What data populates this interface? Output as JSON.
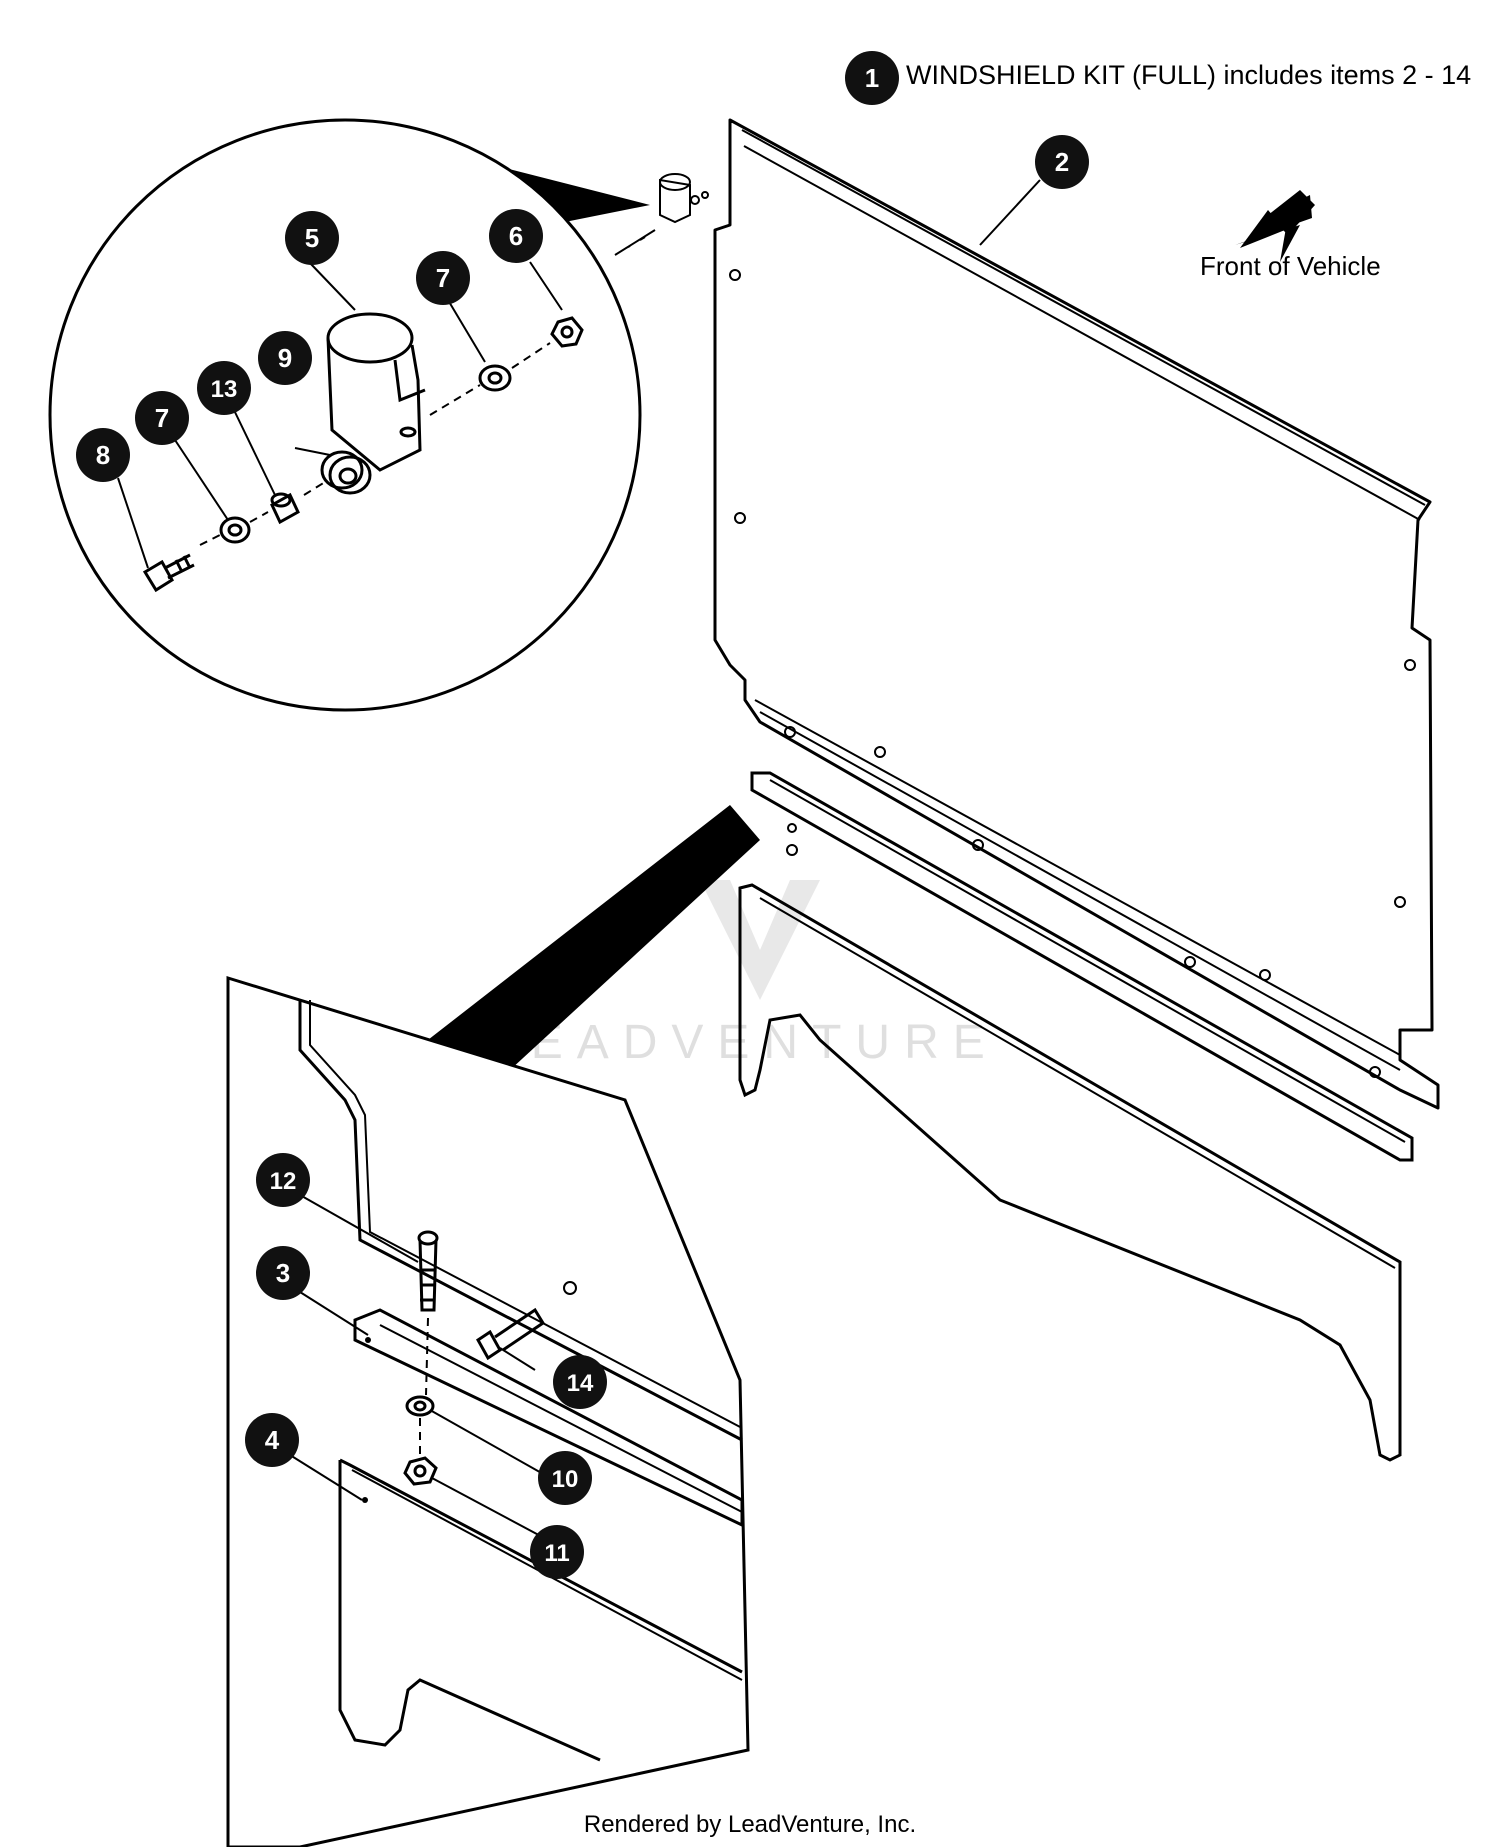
{
  "kit_label": "WINDSHIELD KIT (FULL) includes items 2 - 14",
  "direction_label": "Front of Vehicle",
  "footer": "Rendered by LeadVenture, Inc.",
  "watermark": "LEADVENTURE",
  "callouts": [
    "1",
    "2",
    "3",
    "4",
    "5",
    "6",
    "7",
    "8",
    "9",
    "10",
    "11",
    "12",
    "13",
    "14"
  ],
  "colors": {
    "line": "#000000",
    "callout_fill": "#111111",
    "watermark": "#dcdcdc"
  }
}
